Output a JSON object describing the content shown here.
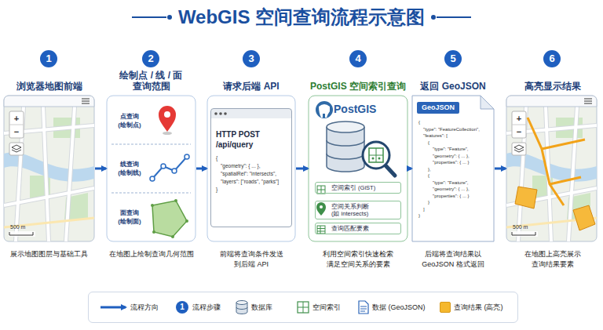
{
  "diagram": {
    "title": "WebGIS 空间查询流程示意图",
    "nodes": [
      {
        "text": [
          "浏览器地图前端",
          "展示地图图层与基础工具"
        ]
      },
      {
        "text": [
          "绘制点 / 线 / 面 查询范围",
          "在地图上绘制查询几何范围"
        ]
      },
      {
        "text": [
          "点查询 (绘制点)"
        ],
        "in": 1
      },
      {
        "text": [
          "线查询 (绘制线)"
        ],
        "in": 1
      },
      {
        "text": [
          "面查询 (绘制面)"
        ],
        "in": 1
      },
      {
        "text": [
          "请求后端 API",
          "前端将查询条件发送 到后端 API"
        ]
      },
      {
        "text": [
          "HTTP POST /api/query",
          "{",
          "\"geometry\": { ... },",
          "\"spatialRel\": \"intersects\",",
          "\"layers\": [\"roads\", \"parks\"]",
          "}"
        ],
        "in": 5
      },
      {
        "text": [
          "PostGIS 空间索引查询",
          "PostGIS",
          "利用空间索引快速检索 满足空间关系的要素"
        ]
      },
      {
        "text": [
          "空间索引 (GiST)"
        ],
        "in": 7
      },
      {
        "text": [
          "空间关系判断 (如 intersects)"
        ],
        "in": 7
      },
      {
        "text": [
          "查询匹配要素"
        ],
        "in": 7
      },
      {
        "text": [
          "返回 GeoJSON",
          "{",
          "\"type\": \"FeatureCollection\",",
          "\"features\": [",
          "{",
          "\"type\": \"Feature\",",
          "\"geometry\": { ... },",
          "\"properties\": { ... }",
          "},",
          "{",
          "\"type\": \"Feature\",",
          "\"geometry\": { ... },",
          "\"properties\": { ... }",
          "}",
          "]",
          "}",
          "后端将查询结果以 GeoJSON 格式返回"
        ]
      },
      {
        "text": [
          "GeoJSON"
        ],
        "in": 11
      },
      {
        "text": [
          "高亮显示结果",
          "在地图上高亮展示 查询结果要素"
        ]
      }
    ],
    "edges": [
      {
        "from": 0,
        "to": 1,
        "arrow": "to"
      },
      {
        "from": 1,
        "to": 5,
        "arrow": "to"
      },
      {
        "from": 5,
        "to": 7,
        "arrow": "to"
      },
      {
        "from": 7,
        "to": 11,
        "arrow": "to"
      },
      {
        "from": 11,
        "to": 13,
        "arrow": "to"
      }
    ],
    "labels": [
      "1",
      "2",
      "3",
      "4",
      "5",
      "6",
      "+",
      "−",
      "500 m",
      "+",
      "−",
      "500 m",
      "1"
    ],
    "legend": [
      {
        "text": "流程方向"
      },
      {
        "text": "流程步骤"
      },
      {
        "text": "数据库"
      },
      {
        "text": "空间索引"
      },
      {
        "text": "数据 (GeoJSON)"
      },
      {
        "text": "查询结果 (高亮)",
        "color": "#f5b82e"
      }
    ]
  }
}
